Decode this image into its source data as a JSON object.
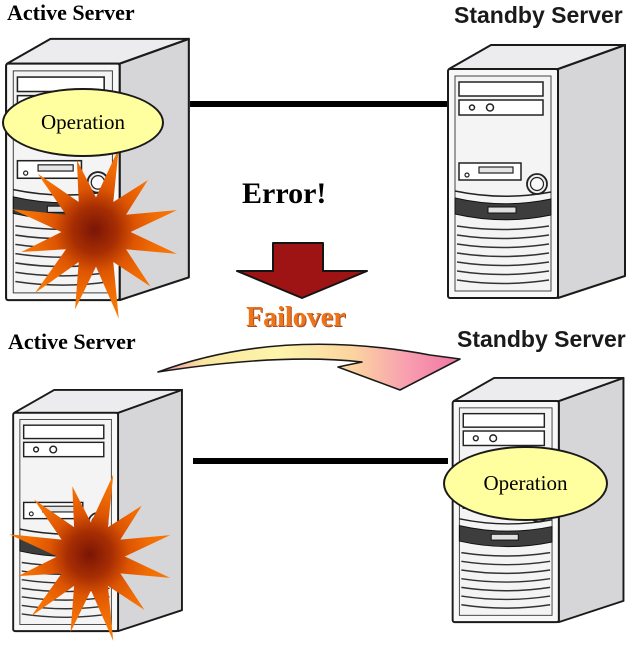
{
  "top_section": {
    "active_server_label": "Active Server",
    "standby_server_label": "Standby Server",
    "operation_label": "Operation",
    "error_label": "Error!"
  },
  "transition": {
    "failover_label": "Failover"
  },
  "bottom_section": {
    "active_server_label": "Active Server",
    "standby_server_label": "Standby Server",
    "operation_label": "Operation"
  },
  "icons": {
    "server": "tower-server-icon",
    "explosion": "explosion-burst-icon",
    "down_arrow": "down-arrow-icon",
    "curved_arrow": "failover-curved-arrow-icon",
    "connection": "connection-line"
  },
  "colors": {
    "operation_fill": "#ffffa0",
    "failover_orange": "#ee7418",
    "error_arrow_red": "#9e1414",
    "burst_orange": "#f26c04",
    "burst_core": "#7a1506",
    "swoosh_yellow": "#fdf5ac",
    "swoosh_pink": "#f287ac",
    "line_black": "#000000"
  }
}
